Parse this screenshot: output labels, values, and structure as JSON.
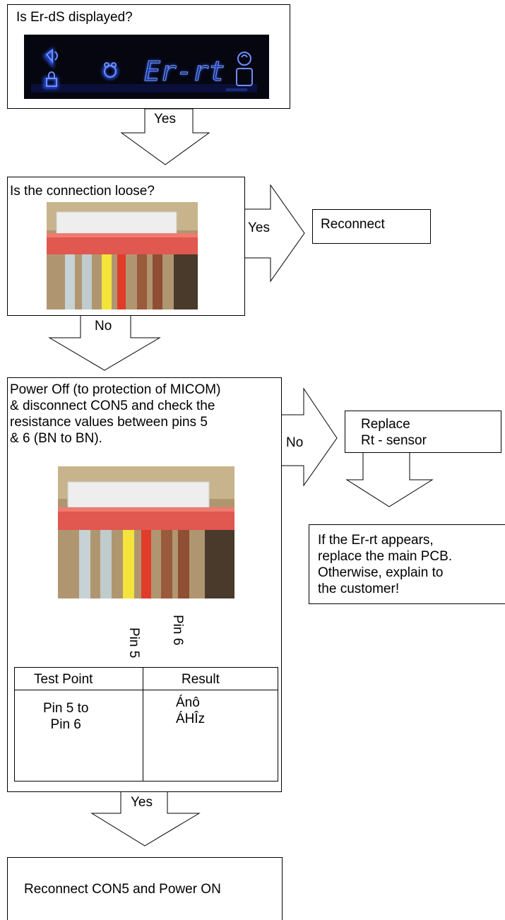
{
  "step1": {
    "question": "Is Er-dS displayed?",
    "yes_label": "Yes"
  },
  "display_panel": {
    "segment_text": "Er-rt",
    "accent_color": "#2b5cff"
  },
  "step2": {
    "question": "Is the connection loose?",
    "yes_label": "Yes",
    "no_label": "No"
  },
  "reconnect_box": {
    "text": "Reconnect"
  },
  "step3": {
    "instruction": "Power Off (to protection of MICOM)\n& disconnect CON5 and check the\nresistance values between pins 5\n& 6 (BN to BN).",
    "no_label": "No",
    "yes_label": "Yes",
    "pin_labels": {
      "pin5": "Pin 5",
      "pin6": "Pin 6"
    },
    "table": {
      "headers": [
        "Test Point",
        "Result"
      ],
      "rows": [
        {
          "test_point": "Pin 5 to\n  Pin 6",
          "result": "Ánô\nÁHÎz"
        }
      ]
    }
  },
  "replace_box": {
    "text": "Replace\nRt - sensor"
  },
  "note_box": {
    "text": "If the Er-rt appears,\nreplace the main PCB.\nOtherwise, explain to\nthe customer!"
  },
  "final_box": {
    "text": "Reconnect CON5 and Power ON"
  },
  "wire_colors": [
    "#c7d2d4",
    "#bfcbcd",
    "#f4e33a",
    "#e03b2b",
    "#9a5a3c",
    "#8e4f34"
  ]
}
